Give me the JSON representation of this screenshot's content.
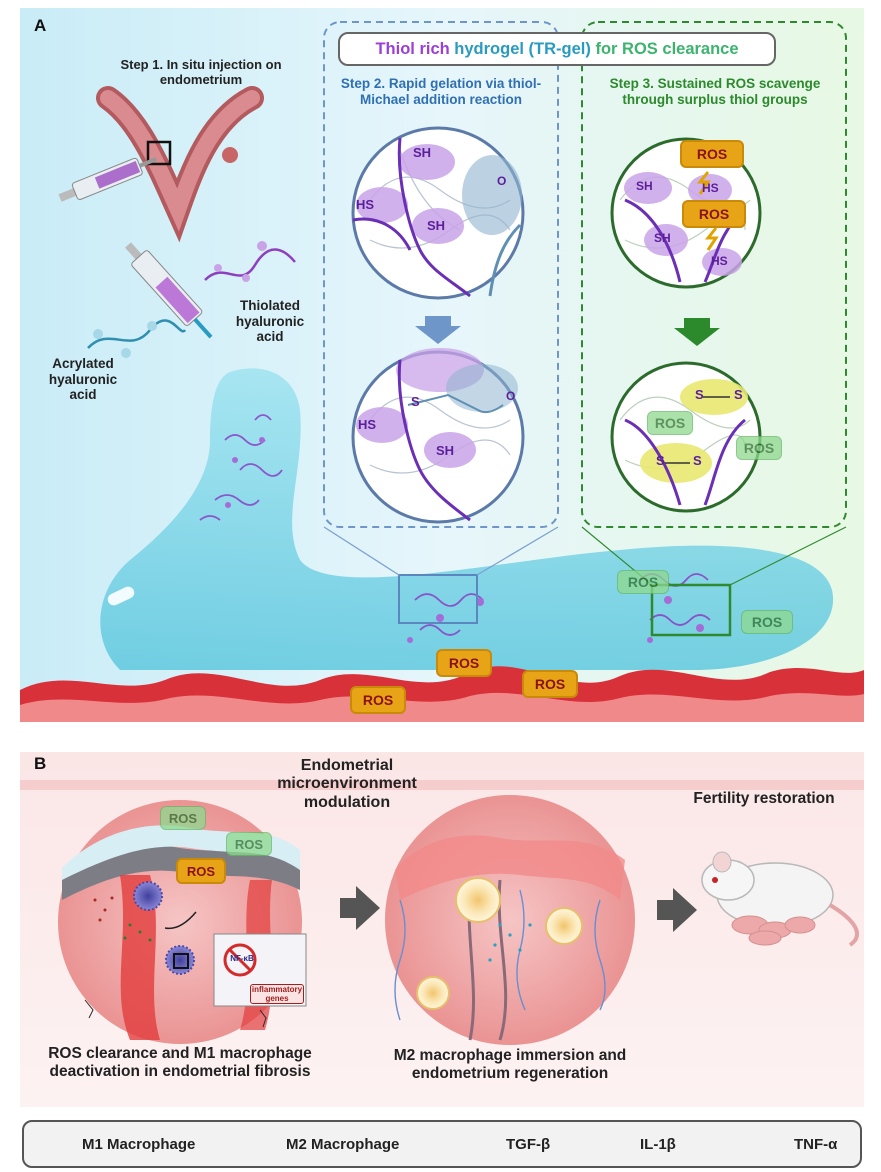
{
  "panel_a": {
    "letter": "A",
    "title": {
      "part1": "Thiol rich",
      "part2": "hydrogel (TR-gel)",
      "part3": "for ROS clearance"
    },
    "step1": "Step 1. In situ injection on endometrium",
    "thiolated": "Thiolated hyaluronic acid",
    "acrylated": "Acrylated hyaluronic acid",
    "step2": "Step 2. Rapid gelation via thiol-Michael addition reaction",
    "step3": "Step 3. Sustained ROS scavenge through surplus thiol groups",
    "sh": "SH",
    "hs": "HS",
    "s": "S",
    "o": "O",
    "ros": "ROS"
  },
  "panel_b": {
    "letter": "B",
    "modulation": "Endometrial microenvironment modulation",
    "fertility": "Fertility restoration",
    "caption_left": "ROS clearance and M1 macrophage deactivation in endometrial fibrosis",
    "caption_mid": "M2 macrophage immersion and endometrium regeneration",
    "nfkb": "NF-κB",
    "genes": "inflammatory genes",
    "ros": "ROS"
  },
  "legend": [
    {
      "label": "M1 Macrophage",
      "icon": "m1-macrophage-icon"
    },
    {
      "label": "M2 Macrophage",
      "icon": "m2-macrophage-icon"
    },
    {
      "label": "TGF-β",
      "icon": "tgf-beta-dots-icon"
    },
    {
      "label": "IL-1β",
      "icon": "il-1-beta-dots-icon"
    },
    {
      "label": "TNF-α",
      "icon": "tnf-alpha-dots-icon"
    }
  ],
  "colors": {
    "purple": "#9a3fc7",
    "thiol": "#9b3fd6",
    "hydrogel": "#2a9bc0",
    "ros_text": "#3cb46e",
    "step2": "#2f6fb3",
    "step3": "#2c8a2c",
    "tissue": "#d9313a",
    "ros_tag": "#e8a417"
  }
}
